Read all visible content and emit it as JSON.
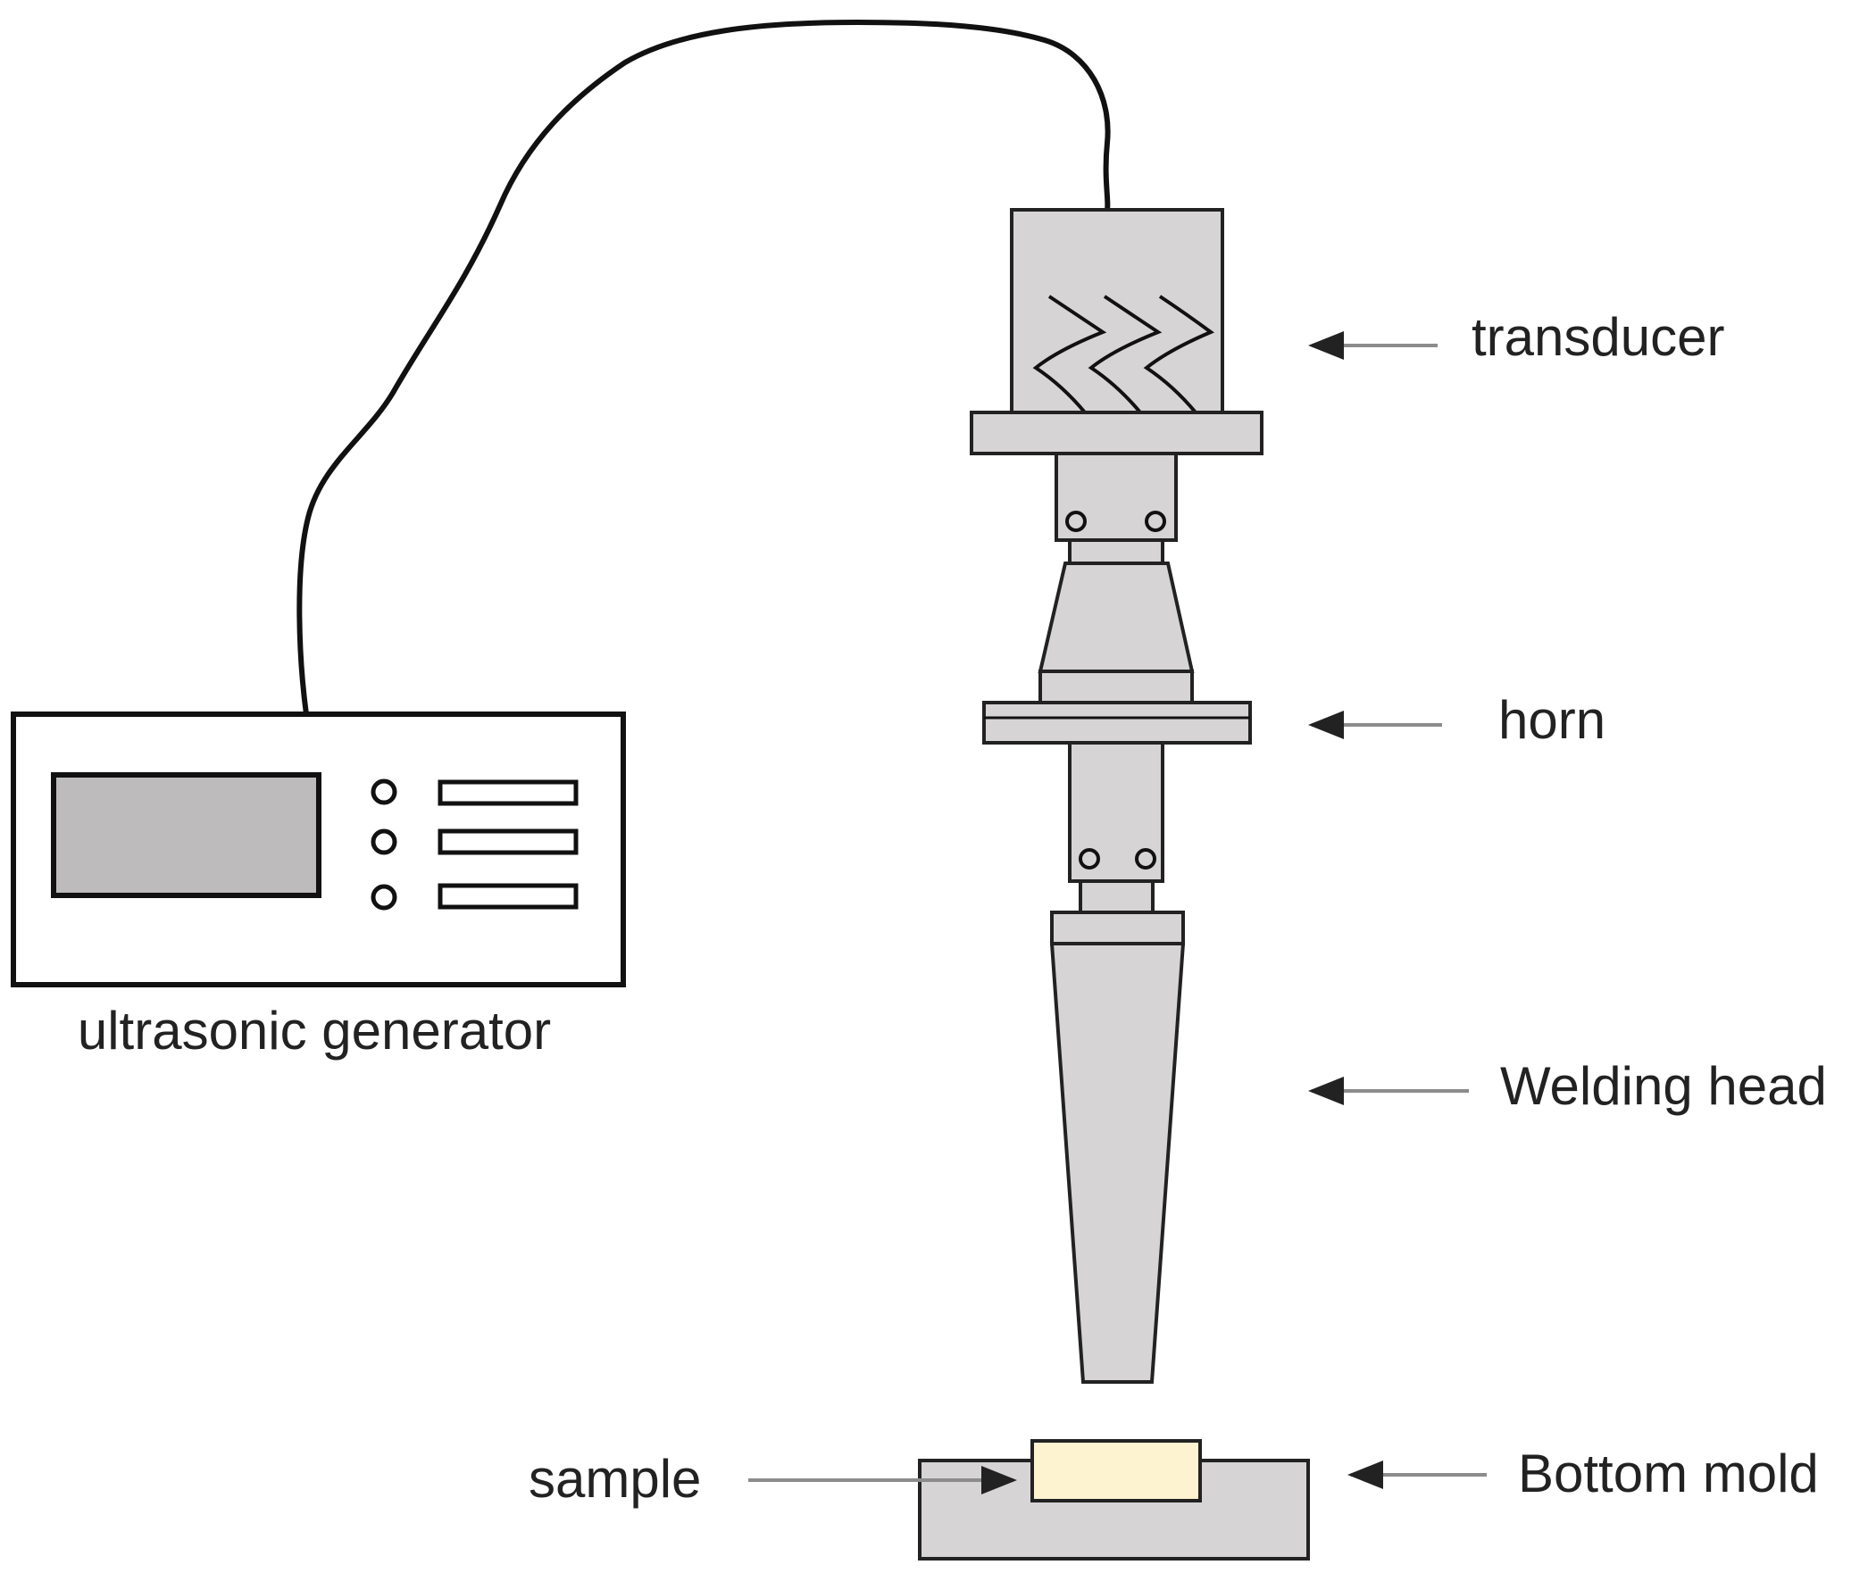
{
  "labels": {
    "transducer": "transducer",
    "horn": "horn",
    "welding_head": "Welding head",
    "bottom_mold": "Bottom mold",
    "sample": "sample",
    "generator": "ultrasonic generator"
  },
  "colors": {
    "part_fill": "#d6d4d5",
    "screen_fill": "#bdbbbc",
    "sample_fill": "#fdf3d0",
    "stroke": "#222222",
    "arrow": "#8c8c8c"
  }
}
